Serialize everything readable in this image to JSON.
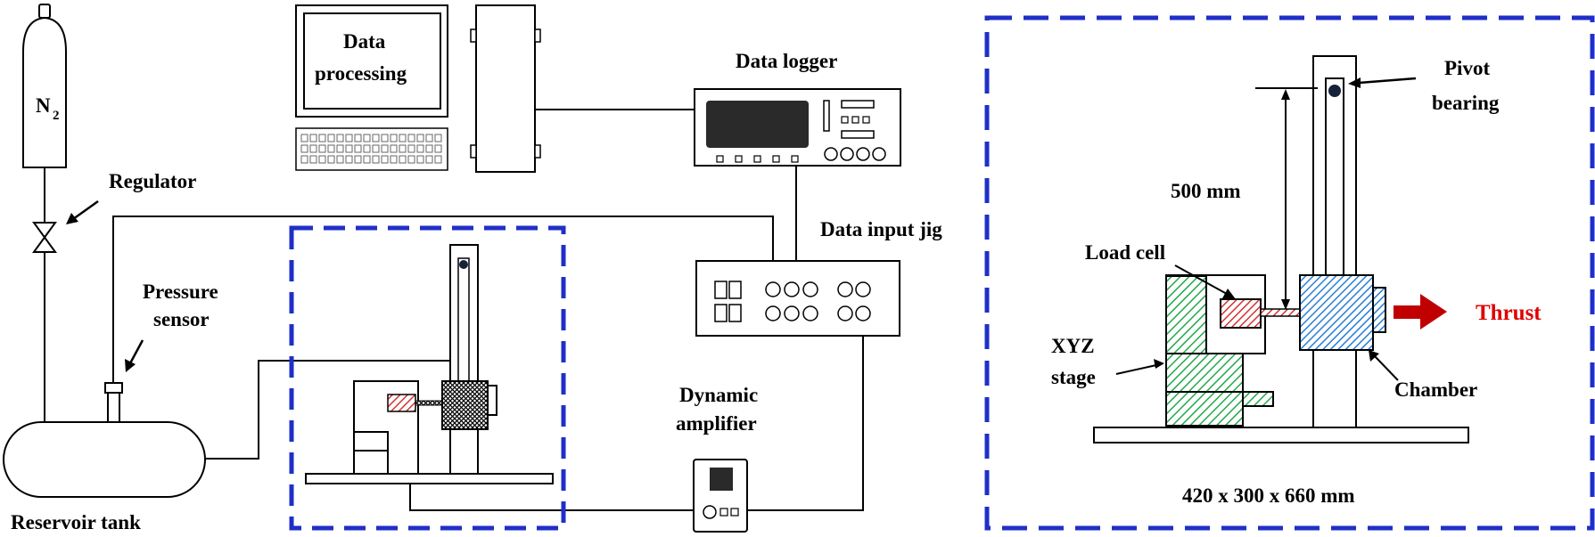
{
  "labels": {
    "n2_main": "N",
    "n2_sub": "2",
    "regulator": "Regulator",
    "pressure_sensor_line1": "Pressure",
    "pressure_sensor_line2": "sensor",
    "reservoir_tank": "Reservoir tank",
    "data_processing_line1": "Data",
    "data_processing_line2": "processing",
    "data_logger": "Data logger",
    "data_input_jig": "Data input jig",
    "dynamic_amplifier_line1": "Dynamic",
    "dynamic_amplifier_line2": "amplifier",
    "dimension_500": "500 mm",
    "pivot_bearing_line1": "Pivot",
    "pivot_bearing_line2": "bearing",
    "load_cell": "Load cell",
    "xyz_stage_line1": "XYZ",
    "xyz_stage_line2": "stage",
    "chamber": "Chamber",
    "thrust": "Thrust",
    "overall_dimensions": "420 x 300 x 660 mm"
  },
  "colors": {
    "frame_dash": "#1f2fc8",
    "thrust": "#e00000",
    "load_cell_hatch": "#d43030",
    "stage_hatch": "#22a84a",
    "chamber_hatch": "#2a7fd4",
    "small_chamber_hatch": "#000000"
  },
  "icons": [
    "nitrogen-cylinder-icon",
    "regulator-valve-icon",
    "computer-monitor-icon",
    "keyboard-icon",
    "computer-case-icon",
    "data-logger-icon",
    "data-input-jig-icon",
    "dynamic-amplifier-icon",
    "thrust-arrow-icon"
  ]
}
